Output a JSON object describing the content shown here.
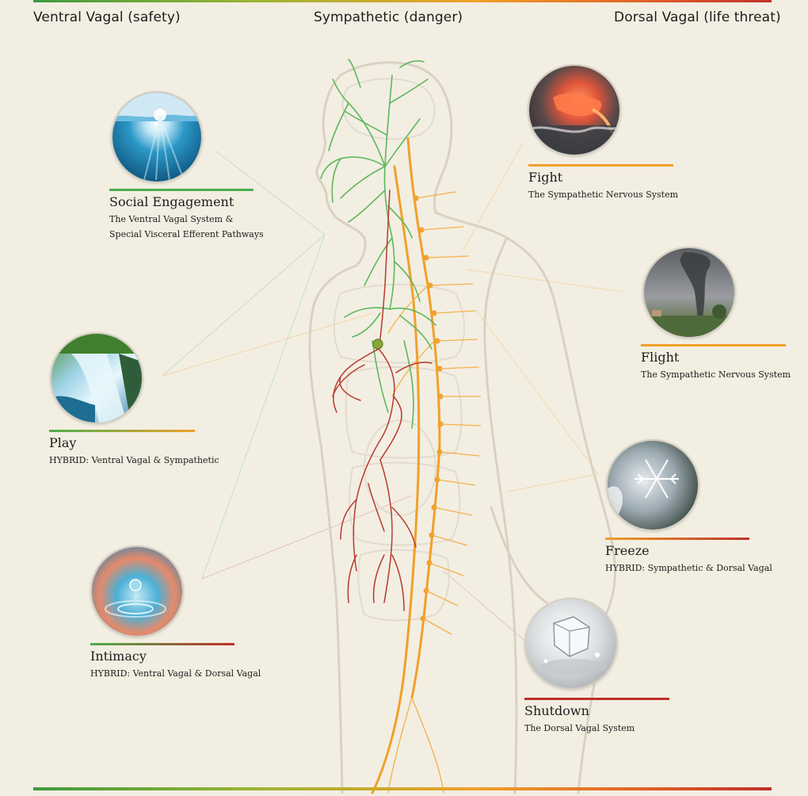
{
  "header": {
    "left": "Ventral Vagal (safety)",
    "center": "Sympathetic (danger)",
    "right": "Dorsal Vagal (life threat)"
  },
  "colors": {
    "ventral_green": "#4cae4c",
    "sympathetic_orange": "#f0a02a",
    "dorsal_red": "#c0302b",
    "background": "#f3eee2",
    "body_outline": "#d9d2c3"
  },
  "states": {
    "social_engagement": {
      "title": "Social Engagement",
      "sub1": "The Ventral Vagal System &",
      "sub2": "Special Visceral Efferent Pathways",
      "image": "ocean-surface-sunlight"
    },
    "play": {
      "title": "Play",
      "sub1": "HYBRID: Ventral Vagal & Sympathetic",
      "image": "waterfall"
    },
    "intimacy": {
      "title": "Intimacy",
      "sub1": "HYBRID: Ventral Vagal & Dorsal Vagal",
      "image": "water-droplet"
    },
    "fight": {
      "title": "Fight",
      "sub1": "The Sympathetic Nervous System",
      "image": "lava-flow"
    },
    "flight": {
      "title": "Flight",
      "sub1": "The Sympathetic Nervous System",
      "image": "tornado"
    },
    "freeze": {
      "title": "Freeze",
      "sub1": "HYBRID: Sympathetic & Dorsal Vagal",
      "image": "snowflake"
    },
    "shutdown": {
      "title": "Shutdown",
      "sub1": "The Dorsal Vagal System",
      "image": "ice-cube"
    }
  }
}
